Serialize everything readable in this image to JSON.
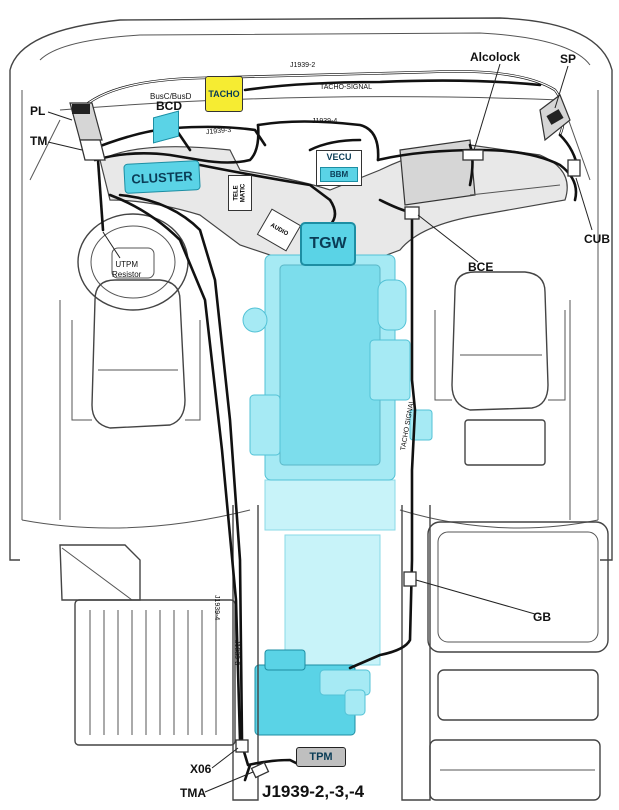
{
  "components": {
    "tacho": "TACHO",
    "cluster": "CLUSTER",
    "tgw": "TGW",
    "vecu": "VECU",
    "bbm": "BBM",
    "tpm": "TPM",
    "telematics": "TELE\nMATIC",
    "audio": "AUDIO"
  },
  "labels": {
    "pl": "PL",
    "tm": "TM",
    "bcd_bus": "BusC/BusD",
    "bcd": "BCD",
    "alcolock": "Alcolock",
    "sp": "SP",
    "cub": "CUB",
    "bce": "BCE",
    "gb": "GB",
    "x06": "X06",
    "tma": "TMA",
    "utpm_resistor": "UTPM\nResistor",
    "title": "J1939-2,-3,-4"
  },
  "wire_labels": {
    "j1939_2": "J1939-2",
    "tacho_signal_top": "TACHO-SIGNAL",
    "j1939_3_top": "J1939-3",
    "j1939_4_top": "J1939-4",
    "j1939_4_side": "J1939-4",
    "j1939_3_side": "J1939-3",
    "tacho_signal_side": "TACHO SIGNAL"
  },
  "colors": {
    "cyan_component": "#5ad3e6",
    "yellow_component": "#f6ec32"
  }
}
